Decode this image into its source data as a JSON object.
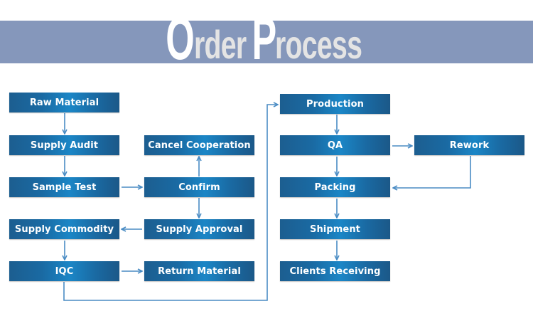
{
  "header": {
    "title_word1_initial": "O",
    "title_word1_rest": "rder",
    "title_word2_initial": "P",
    "title_word2_rest": "rocess",
    "banner_color": "#8597bb"
  },
  "colors": {
    "box_dark": "#1c5e90",
    "box_light": "#1b86c6",
    "connector": "#4a8cc4"
  },
  "nodes": {
    "raw_material": "Raw Material",
    "supply_audit": "Supply Audit",
    "sample_test": "Sample Test",
    "supply_commodity": "Supply Commodity",
    "iqc": "IQC",
    "cancel_cooperation": "Cancel Cooperation",
    "confirm": "Confirm",
    "supply_approval": "Supply Approval",
    "return_material": "Return Material",
    "production": "Production",
    "qa": "QA",
    "rework": "Rework",
    "packing": "Packing",
    "shipment": "Shipment",
    "clients_receiving": "Clients Receiving"
  },
  "edges": [
    {
      "from": "raw_material",
      "to": "supply_audit"
    },
    {
      "from": "supply_audit",
      "to": "sample_test"
    },
    {
      "from": "sample_test",
      "to": "confirm"
    },
    {
      "from": "confirm",
      "to": "cancel_cooperation"
    },
    {
      "from": "confirm",
      "to": "supply_approval"
    },
    {
      "from": "supply_approval",
      "to": "supply_commodity"
    },
    {
      "from": "supply_commodity",
      "to": "iqc"
    },
    {
      "from": "iqc",
      "to": "return_material"
    },
    {
      "from": "iqc",
      "to": "production"
    },
    {
      "from": "production",
      "to": "qa"
    },
    {
      "from": "qa",
      "to": "rework"
    },
    {
      "from": "qa",
      "to": "packing"
    },
    {
      "from": "rework",
      "to": "packing"
    },
    {
      "from": "packing",
      "to": "shipment"
    },
    {
      "from": "shipment",
      "to": "clients_receiving"
    }
  ]
}
